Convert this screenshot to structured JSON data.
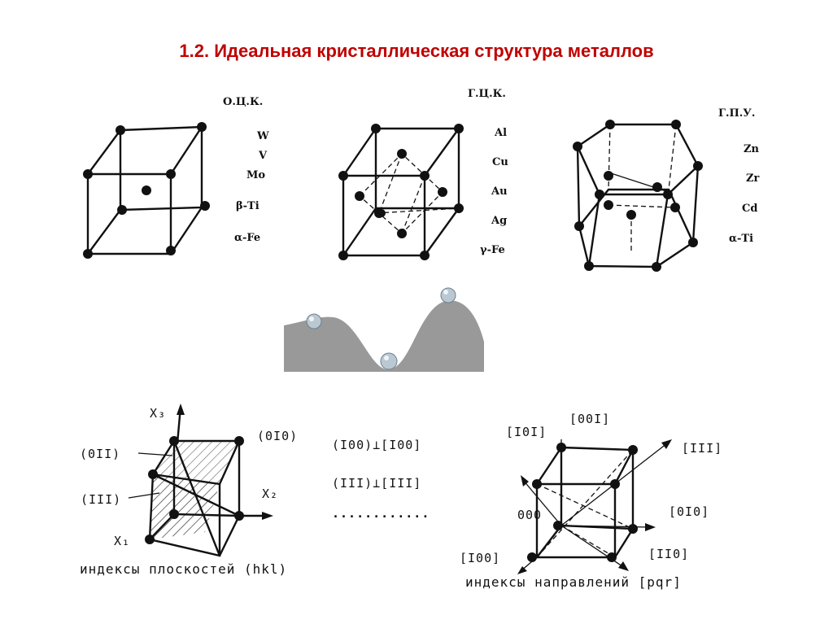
{
  "title": "1.2. Идеальная кристаллическая структура металлов",
  "lattices": [
    {
      "name": "О.Ц.К.",
      "metals": [
        "W",
        "V",
        "Mo",
        "β-Ti",
        "α-Fe"
      ]
    },
    {
      "name": "Г.Ц.К.",
      "metals": [
        "Al",
        "Cu",
        "Au",
        "Ag",
        "γ-Fe"
      ]
    },
    {
      "name": "Г.П.У.",
      "metals": [
        "Zn",
        "Zr",
        "Cd",
        "α-Ti"
      ]
    }
  ],
  "planes": {
    "axes": [
      "X₃",
      "X₂",
      "X₁"
    ],
    "labels": [
      "(0II)",
      "(0I0)",
      "(III)"
    ],
    "caption": "индексы плоскостей (hkl)"
  },
  "relations": [
    "(I00)⊥[I00]",
    "(III)⊥[III]",
    "............"
  ],
  "directions": {
    "labels": [
      "[I0I]",
      "[00I]",
      "[III]",
      "000",
      "[0I0]",
      "[I00]",
      "[II0]"
    ],
    "caption": "индексы направлений [pqr]"
  },
  "colors": {
    "title": "#c00000",
    "landscape": "#999999",
    "ball": "#b9c8d3"
  }
}
